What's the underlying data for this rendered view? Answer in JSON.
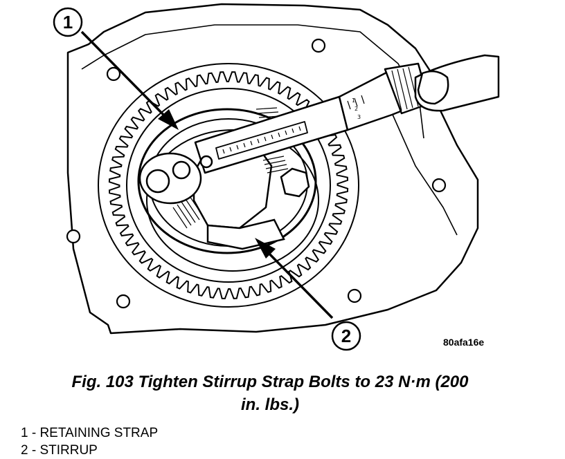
{
  "figure": {
    "callouts": [
      {
        "number": "1"
      },
      {
        "number": "2"
      }
    ],
    "figure_code": "80afa16e",
    "wrench_scale_labels": [
      "1",
      "2",
      "3"
    ]
  },
  "caption": {
    "line1": "Fig. 103 Tighten Stirrup Strap Bolts to 23 N·m (200",
    "line2": "in. lbs.)"
  },
  "legend": {
    "items": [
      {
        "text": "1 - RETAINING STRAP"
      },
      {
        "text": "2 - STIRRUP"
      }
    ]
  }
}
